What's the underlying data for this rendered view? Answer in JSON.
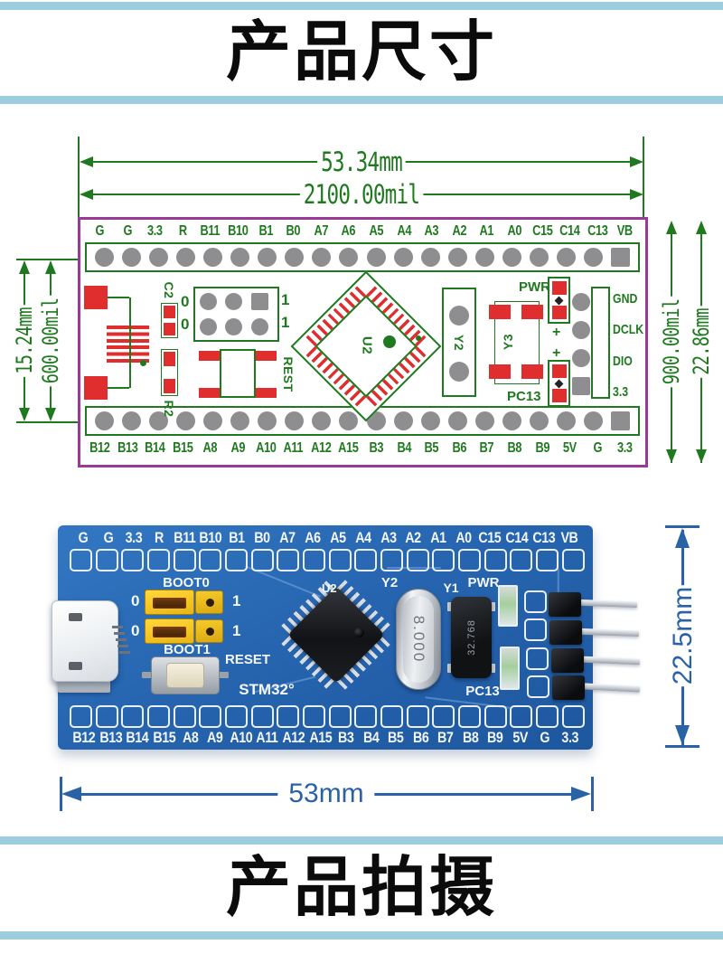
{
  "colors": {
    "bar": "#9bcddf",
    "green": "#1f7a1f",
    "red": "#e02d2d",
    "purple": "#993a99",
    "pad": "#8e8e91",
    "pcb": "#2765b0",
    "dimblue": "#2a62a6",
    "silk": "#f4f7fa"
  },
  "banner_top": {
    "title": "产品尺寸"
  },
  "banner_bottom": {
    "title": "产品拍摄"
  },
  "diagram": {
    "dim_top_mm": "53.34mm",
    "dim_top_mil": "2100.00mil",
    "dim_left_mm": "15.24mm",
    "dim_left_mil": "600.00mil",
    "dim_right_mil": "900.00mil",
    "dim_right_mm": "22.86mm",
    "pins_top": [
      "G",
      "G",
      "3.3",
      "R",
      "B11",
      "B10",
      "B1",
      "B0",
      "A7",
      "A6",
      "A5",
      "A4",
      "A3",
      "A2",
      "A1",
      "A0",
      "C15",
      "C14",
      "C13",
      "VB"
    ],
    "pins_bottom": [
      "B12",
      "B13",
      "B14",
      "B15",
      "A8",
      "A9",
      "A10",
      "A11",
      "A12",
      "A15",
      "B3",
      "B4",
      "B5",
      "B6",
      "B7",
      "B8",
      "B9",
      "5V",
      "G",
      "3.3"
    ],
    "jumper_zeros": [
      "0",
      "0"
    ],
    "jumper_ones": [
      "1",
      "1"
    ],
    "swd_labels": [
      "GND",
      "DCLK",
      "DIO",
      "3.3"
    ],
    "refs": {
      "c2": "C2",
      "r2": "R2",
      "rest": "REST",
      "u2": "U2",
      "y2": "Y2",
      "y3": "Y3",
      "pwr": "PWR",
      "pc13": "PC13"
    },
    "plus_marks": [
      "+",
      "+"
    ]
  },
  "photo": {
    "dim_width": "53mm",
    "dim_height": "22.5mm",
    "pins_top": [
      "G",
      "G",
      "3.3",
      "R",
      "B11",
      "B10",
      "B1",
      "B0",
      "A7",
      "A6",
      "A5",
      "A4",
      "A3",
      "A2",
      "A1",
      "A0",
      "C15",
      "C14",
      "C13",
      "VB"
    ],
    "pins_bottom": [
      "B12",
      "B13",
      "B14",
      "B15",
      "A8",
      "A9",
      "A10",
      "A11",
      "A12",
      "A15",
      "B3",
      "B4",
      "B5",
      "B6",
      "B7",
      "B8",
      "B9",
      "5V",
      "G",
      "3.3"
    ],
    "refs": {
      "boot0": "BOOT0",
      "boot1": "BOOT1",
      "reset": "RESET",
      "brand": "STM32°",
      "u2": "U2",
      "y2": "Y2",
      "y1": "Y1",
      "pwr": "PWR",
      "pc13": "PC13"
    },
    "jumper_zeros": [
      "0",
      "0"
    ],
    "jumper_ones": [
      "1",
      "1"
    ],
    "xtal_main": "8.000",
    "xtal_rtc": "32.768"
  }
}
